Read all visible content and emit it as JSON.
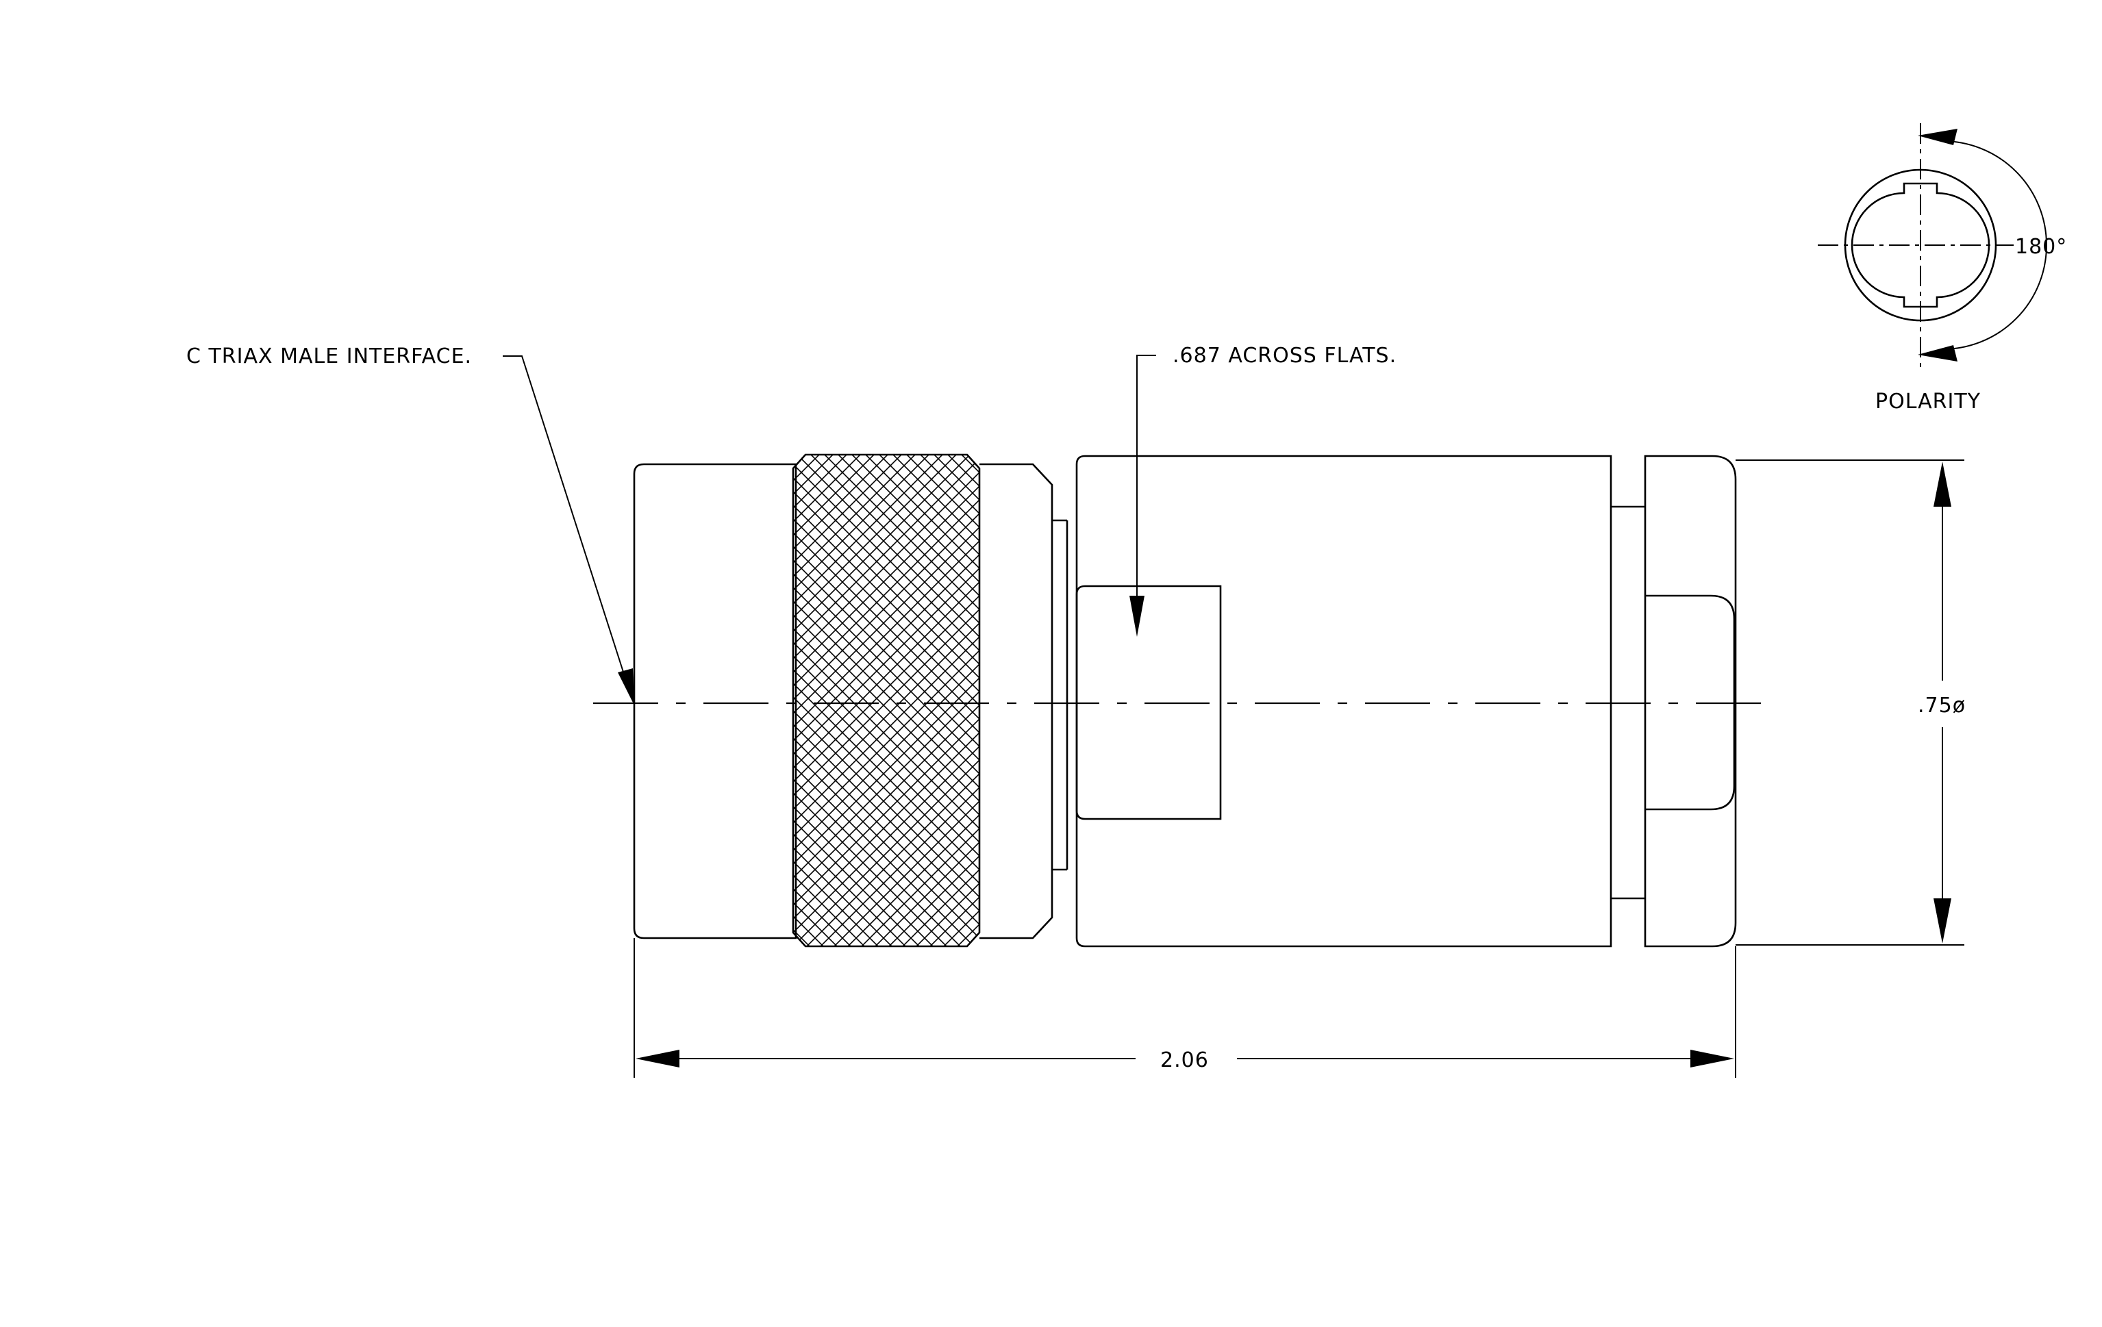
{
  "labels": {
    "interface_note": "C TRIAX MALE INTERFACE.",
    "flats_note": ".687 ACROSS FLATS.",
    "diameter_dim": ".75ø",
    "length_dim": "2.06",
    "polarity_angle": "180°",
    "polarity_caption": "POLARITY"
  },
  "colors": {
    "line": "#000000",
    "background": "#ffffff"
  }
}
